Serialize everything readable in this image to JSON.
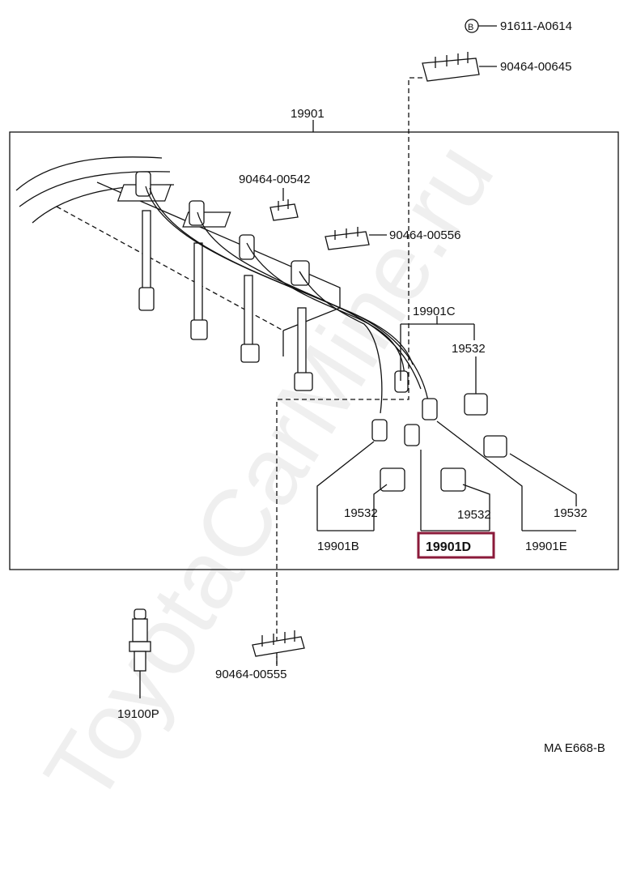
{
  "labels": {
    "p91611": "91611-A0614",
    "p90464_645": "90464-00645",
    "p19901": "19901",
    "p90464_542": "90464-00542",
    "p90464_556": "90464-00556",
    "p19901C": "19901C",
    "p19532_c": "19532",
    "p19532_b": "19532",
    "p19532_d": "19532",
    "p19532_e": "19532",
    "p19901B": "19901B",
    "p19901D": "19901D",
    "p19901E": "19901E",
    "p90464_555": "90464-00555",
    "p19100P": "19100P",
    "diagram_code": "MA E668-B",
    "circle_marker": "B"
  },
  "watermark": "ToyotaCarMine.ru",
  "highlight_color": "#8b1a3a"
}
